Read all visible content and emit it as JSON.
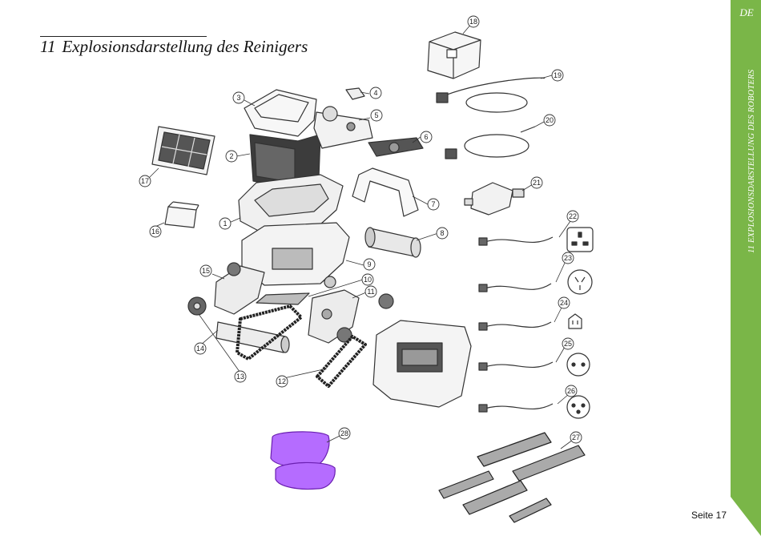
{
  "page": {
    "section_number": "11",
    "title": "Explosionsdarstellung des Reinigers",
    "sidebar_lang": "DE",
    "sidebar_text": "11 EXPLOSIONSDARSTELLUNG DES ROBOTERS",
    "page_number": "Seite 17"
  },
  "colors": {
    "accent_green": "#7ab648",
    "highlight_purple": "#b56cff"
  },
  "callouts": [
    "1",
    "2",
    "3",
    "4",
    "5",
    "6",
    "7",
    "8",
    "9",
    "10",
    "11",
    "12",
    "13",
    "14",
    "15",
    "16",
    "17",
    "18",
    "19",
    "20",
    "21",
    "22",
    "23",
    "24",
    "25",
    "26",
    "27",
    "28"
  ]
}
